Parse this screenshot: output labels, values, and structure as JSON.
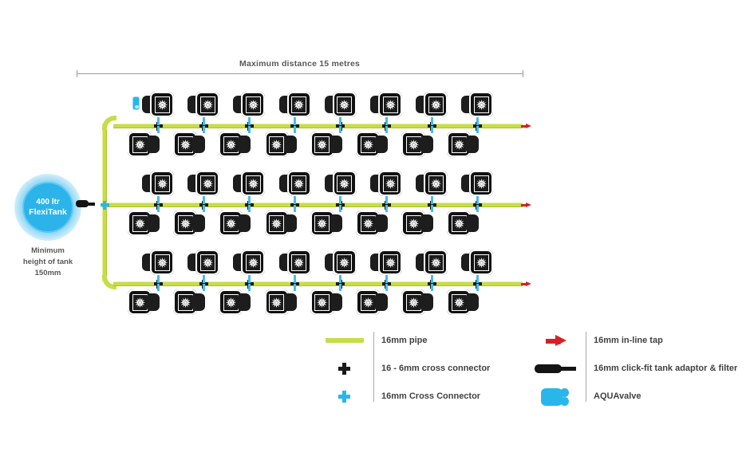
{
  "diagram": {
    "dimension_label": "Maximum distance 15 metres",
    "tank": {
      "line1": "400 ltr",
      "line2": "FlexiTank",
      "caption": "Minimum\nheight of tank\n150mm",
      "caption_line1": "Minimum",
      "caption_line2": "height of tank",
      "caption_line3": "150mm"
    },
    "grid": {
      "columns": 8,
      "rows": 6,
      "pipe_runs": 3,
      "total_pots": 48
    },
    "colors": {
      "pipe_green": "#c7dd46",
      "tube_blue": "#43bdf0",
      "aqua_blue": "#29b6ea",
      "tap_red": "#d81f26",
      "connector_black": "#1a1a1a",
      "text_grey": "#414042"
    }
  },
  "legend": {
    "left_column": [
      {
        "icon": "pipe-swatch-icon",
        "label": "16mm pipe"
      },
      {
        "icon": "black-cross-connector-icon",
        "label": "16 - 6mm cross connector"
      },
      {
        "icon": "blue-cross-connector-icon",
        "label": "16mm Cross Connector"
      }
    ],
    "right_column": [
      {
        "icon": "in-line-tap-icon",
        "label": "16mm in-line tap"
      },
      {
        "icon": "tank-adaptor-filter-icon",
        "label": "16mm click-fit tank adaptor & filter"
      },
      {
        "icon": "aquavalve-icon",
        "label": "AQUAvalve"
      }
    ]
  }
}
